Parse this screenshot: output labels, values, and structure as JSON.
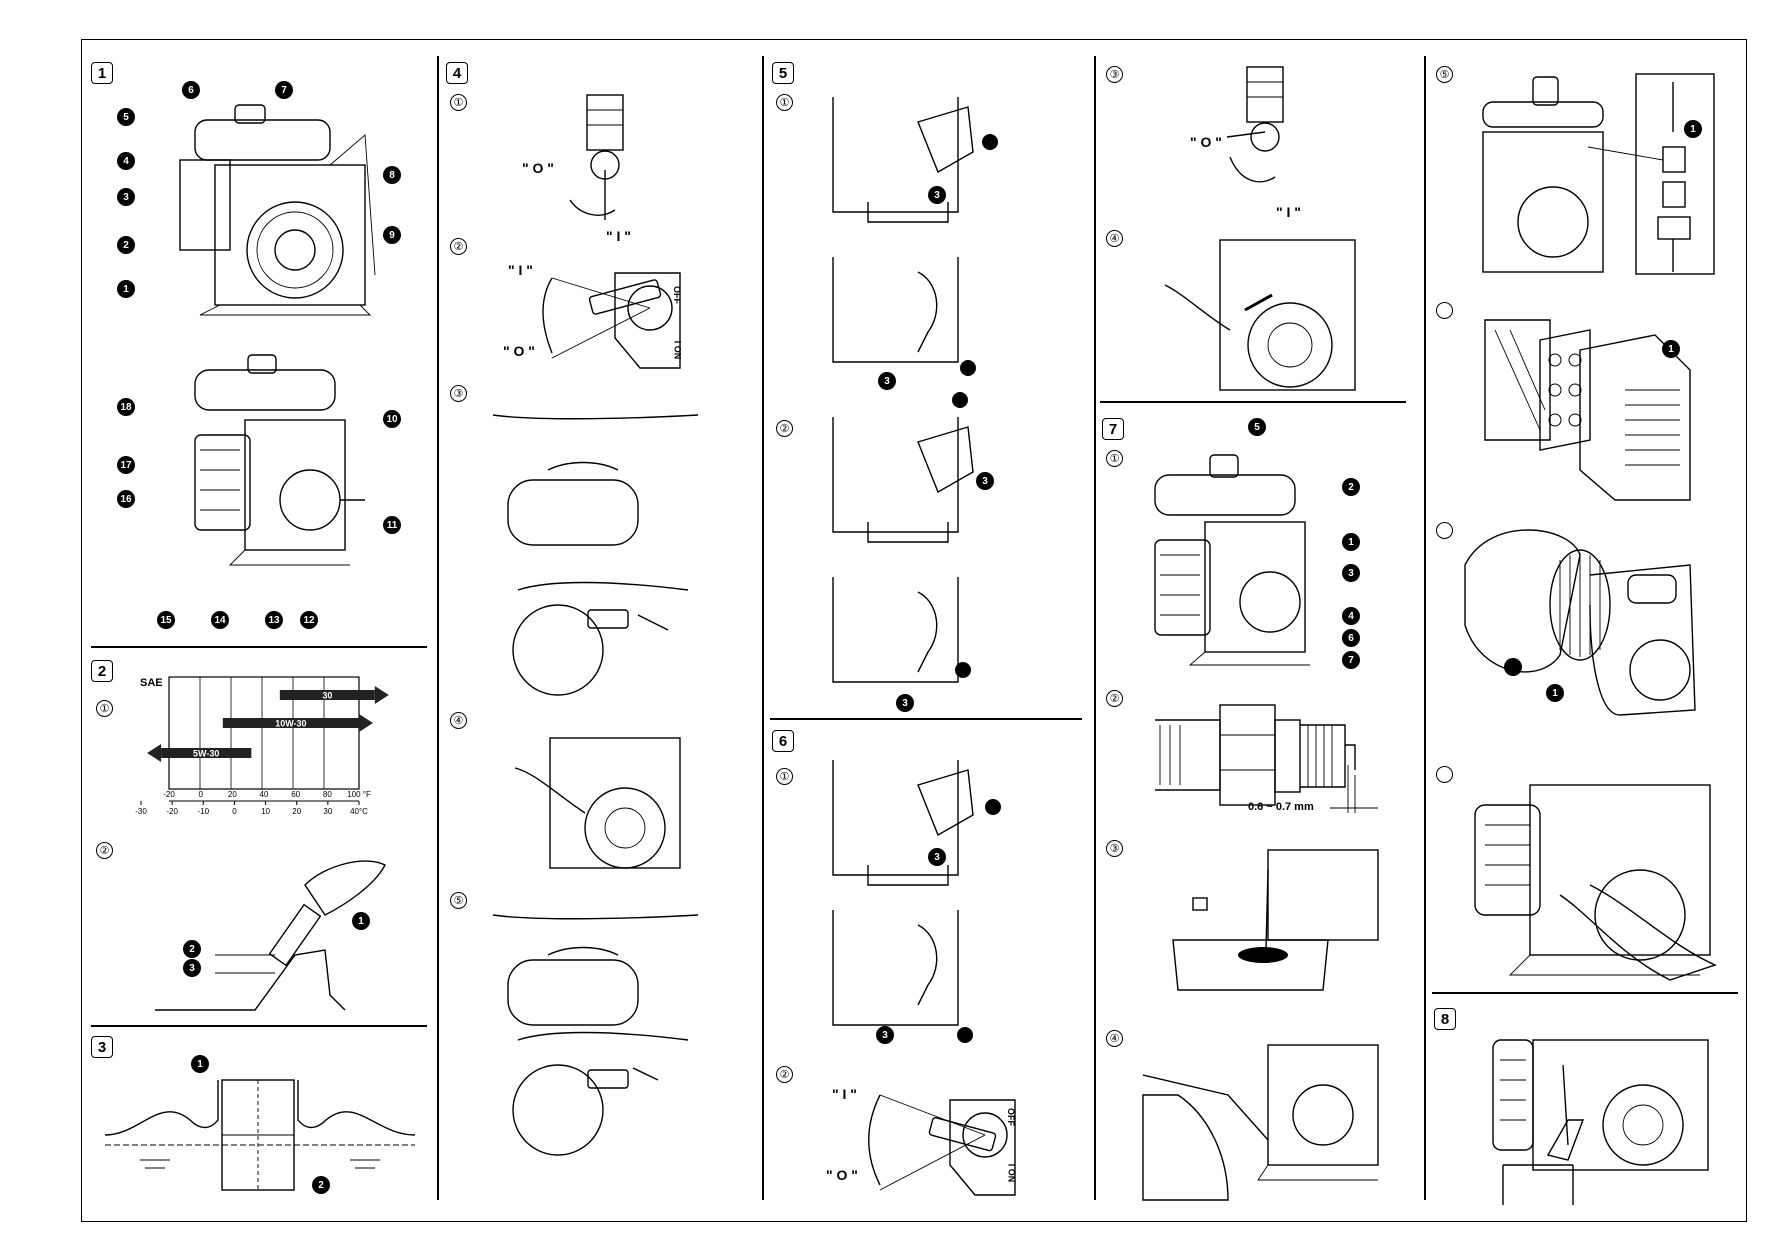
{
  "sections": {
    "s1": {
      "num": "1",
      "callouts": [
        "6",
        "7",
        "5",
        "4",
        "3",
        "8",
        "2",
        "9",
        "1",
        "18",
        "10",
        "17",
        "16",
        "11",
        "15",
        "14",
        "13",
        "12"
      ]
    },
    "s2": {
      "num": "2",
      "step1": "①",
      "step2": "②",
      "sae_label": "SAE",
      "bars": [
        {
          "label": "30",
          "from_f": 50,
          "to_f": 110
        },
        {
          "label": "10W-30",
          "from_f": 14,
          "to_f": 100
        },
        {
          "label": "5W-30",
          "from_f": -25,
          "to_f": 32
        }
      ],
      "f_ticks": [
        "-20",
        "0",
        "20",
        "40",
        "60",
        "80",
        "100"
      ],
      "f_unit": "°F",
      "c_ticks": [
        "-30",
        "-20",
        "-10",
        "0",
        "10",
        "20",
        "30",
        "40"
      ],
      "c_unit": "°C",
      "callouts": [
        "1",
        "2",
        "3"
      ]
    },
    "s3": {
      "num": "3",
      "callouts": [
        "1",
        "2"
      ]
    },
    "s4": {
      "num": "4",
      "steps": [
        "①",
        "②",
        "③",
        "④",
        "⑤"
      ],
      "label_o": "\" O \"",
      "label_i": "\" I \"",
      "switch_off": "OFF",
      "switch_on": "I ON"
    },
    "s5": {
      "num": "5",
      "steps": [
        "①",
        "②"
      ],
      "callouts": [
        "3",
        "3",
        "3",
        "3"
      ]
    },
    "s6": {
      "num": "6",
      "steps": [
        "①",
        "②"
      ],
      "label_i": "\" I \"",
      "label_o": "\" O \"",
      "switch_off": "OFF",
      "switch_on": "I ON",
      "callouts": [
        "3",
        "3"
      ]
    },
    "s_col4": {
      "steps": [
        "③",
        "④"
      ],
      "label_o": "\" O \"",
      "label_i": "\" I \""
    },
    "s7": {
      "num": "7",
      "steps": [
        "①",
        "②",
        "③",
        "④"
      ],
      "callouts": [
        "5",
        "2",
        "1",
        "3",
        "4",
        "6",
        "7"
      ],
      "gap": "0.6 ~ 0.7 mm"
    },
    "s_col5": {
      "steps": [
        "⑤",
        "",
        "",
        ""
      ],
      "callouts": [
        "1",
        "1",
        "1"
      ]
    },
    "s8": {
      "num": "8"
    }
  }
}
